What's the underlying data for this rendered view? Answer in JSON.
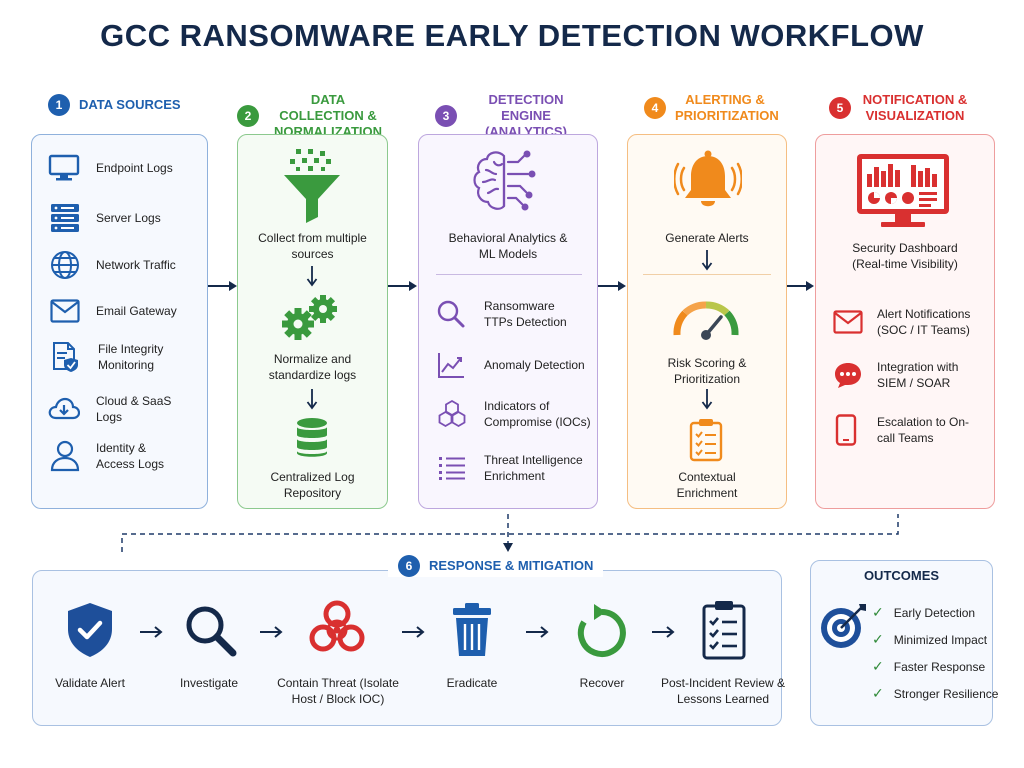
{
  "title": "GCC RANSOMWARE EARLY DETECTION WORKFLOW",
  "colors": {
    "blue": "#1e5fae",
    "green": "#3a9a3e",
    "purple": "#7a4fb3",
    "orange": "#f08a1c",
    "red": "#d93030",
    "navy": "#14294a"
  },
  "stages": [
    {
      "num": "1",
      "title": "DATA SOURCES"
    },
    {
      "num": "2",
      "title": "DATA COLLECTION & NORMALIZATION"
    },
    {
      "num": "3",
      "title": "DETECTION ENGINE (ANALYTICS)"
    },
    {
      "num": "4",
      "title": "ALERTING & PRIORITIZATION"
    },
    {
      "num": "5",
      "title": "NOTIFICATION & VISUALIZATION"
    },
    {
      "num": "6",
      "title": "RESPONSE & MITIGATION"
    }
  ],
  "data_sources": [
    {
      "label": "Endpoint Logs",
      "icon": "monitor-icon"
    },
    {
      "label": "Server Logs",
      "icon": "server-icon"
    },
    {
      "label": "Network Traffic",
      "icon": "globe-icon"
    },
    {
      "label": "Email Gateway",
      "icon": "envelope-icon"
    },
    {
      "label": "File Integrity Monitoring",
      "icon": "file-shield-icon"
    },
    {
      "label": "Cloud & SaaS Logs",
      "icon": "cloud-download-icon"
    },
    {
      "label": "Identity & Access Logs",
      "icon": "user-icon"
    }
  ],
  "collection": [
    {
      "label": "Collect from multiple sources",
      "icon": "funnel-icon"
    },
    {
      "label": "Normalize and standardize logs",
      "icon": "gears-icon"
    },
    {
      "label": "Centralized Log Repository",
      "icon": "database-icon"
    }
  ],
  "detection": {
    "main": {
      "label": "Behavioral Analytics & ML Models",
      "icon": "brain-icon"
    },
    "items": [
      {
        "label": "Ransomware TTPs Detection",
        "icon": "magnifier-icon"
      },
      {
        "label": "Anomaly Detection",
        "icon": "line-chart-icon"
      },
      {
        "label": "Indicators of Compromise (IOCs)",
        "icon": "hexagons-icon"
      },
      {
        "label": "Threat Intelligence Enrichment",
        "icon": "list-icon"
      }
    ]
  },
  "alerting": [
    {
      "label": "Generate Alerts",
      "icon": "bell-icon"
    },
    {
      "label": "Risk Scoring & Prioritization",
      "icon": "gauge-icon"
    },
    {
      "label": "Contextual Enrichment",
      "icon": "clipboard-icon"
    }
  ],
  "notification": {
    "main": {
      "label": "Security Dashboard (Real-time Visibility)",
      "icon": "dashboard-icon"
    },
    "items": [
      {
        "label": "Alert Notifications (SOC / IT Teams)",
        "icon": "envelope-icon"
      },
      {
        "label": "Integration with SIEM / SOAR",
        "icon": "chat-bubble-icon"
      },
      {
        "label": "Escalation to On-call Teams",
        "icon": "phone-icon"
      }
    ]
  },
  "response": [
    {
      "label": "Validate Alert",
      "icon": "shield-check-icon"
    },
    {
      "label": "Investigate",
      "icon": "magnifier-icon"
    },
    {
      "label": "Contain Threat (Isolate Host / Block IOC)",
      "icon": "biohazard-icon"
    },
    {
      "label": "Eradicate",
      "icon": "trash-icon"
    },
    {
      "label": "Recover",
      "icon": "refresh-icon"
    },
    {
      "label": "Post-Incident Review & Lessons Learned",
      "icon": "checklist-icon"
    }
  ],
  "outcomes": {
    "title": "OUTCOMES",
    "icon": "target-icon",
    "items": [
      "Early Detection",
      "Minimized Impact",
      "Faster Response",
      "Stronger Resilience"
    ]
  }
}
